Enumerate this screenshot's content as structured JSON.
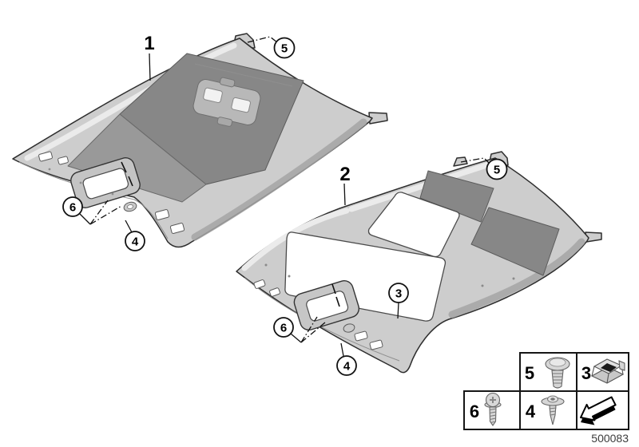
{
  "page": {
    "background": "#ffffff",
    "part_number": "500083"
  },
  "callout_labels": {
    "one": "1",
    "two": "2",
    "three": "3",
    "four": "4",
    "five": "5",
    "six": "6"
  },
  "legend": {
    "cells": [
      {
        "label": "5",
        "icon": "expanding-rivet-icon"
      },
      {
        "label": "3",
        "icon": "spring-clip-icon"
      },
      {
        "label": "6",
        "icon": "tapping-screw-icon"
      },
      {
        "label": "4",
        "icon": "expanding-rivet-washer-icon"
      },
      {
        "label": "",
        "icon": "direction-of-travel-arrow-icon"
      }
    ]
  },
  "colors": {
    "line": "#2e2e2e",
    "panel_fill": "#cdcdcd",
    "glass_dark": "#878787",
    "shade_dark": "#999999",
    "background": "#ffffff"
  }
}
